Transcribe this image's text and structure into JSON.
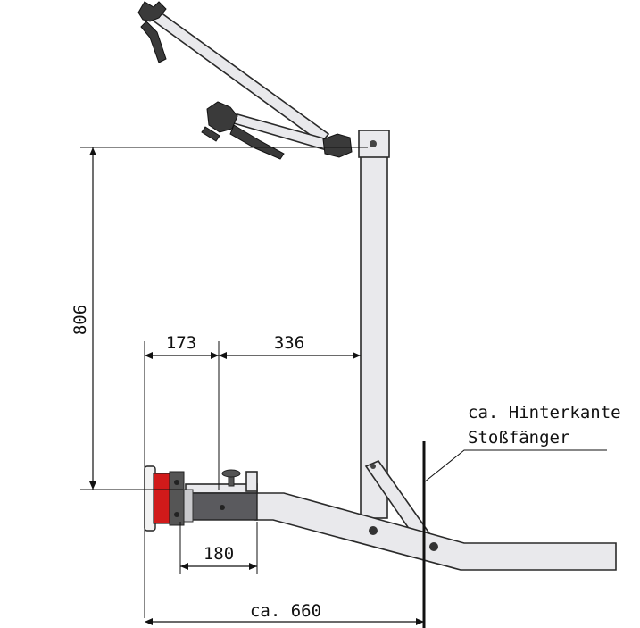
{
  "dimensions": {
    "height_arm": "806",
    "offset_left": "173",
    "offset_right": "336",
    "box_width": "180",
    "total_length": "ca. 660"
  },
  "annotation": {
    "line1": "ca. Hinterkante",
    "line2": "Stoßfänger"
  },
  "colors": {
    "frame": "#e9e9ec",
    "outline": "#2a2a2a",
    "taillight_red": "#d11a1a",
    "dark_part": "#5a5a5e"
  }
}
